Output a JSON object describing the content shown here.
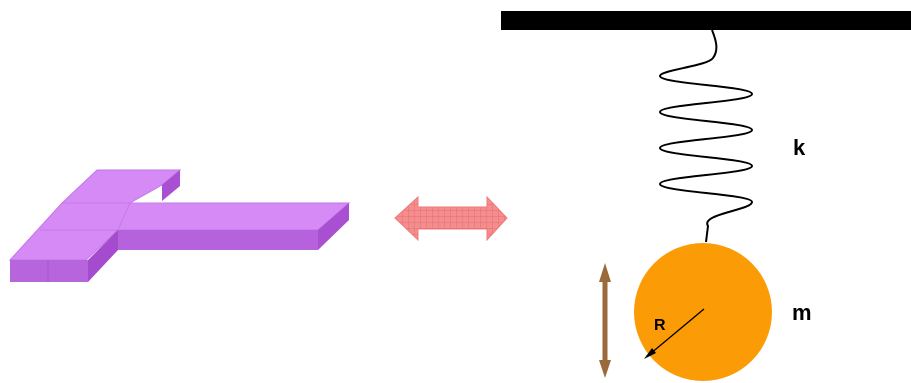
{
  "labels": {
    "spring_constant": "k",
    "mass": "m",
    "radius": "R"
  },
  "colors": {
    "t_plate_top": "#d988f5",
    "t_plate_side": "#b25bd8",
    "t_plate_front": "#a84fcf",
    "equivalence_arrow": "#f48e8e",
    "equivalence_arrow_grid": "#e56a6a",
    "ceiling": "#000000",
    "spring": "#000000",
    "mass_ball": "#fb9b06",
    "motion_arrow": "#9a6a3a"
  },
  "icons": {
    "equivalence": "double-arrow-horizontal-icon",
    "motion": "double-arrow-vertical-icon"
  }
}
